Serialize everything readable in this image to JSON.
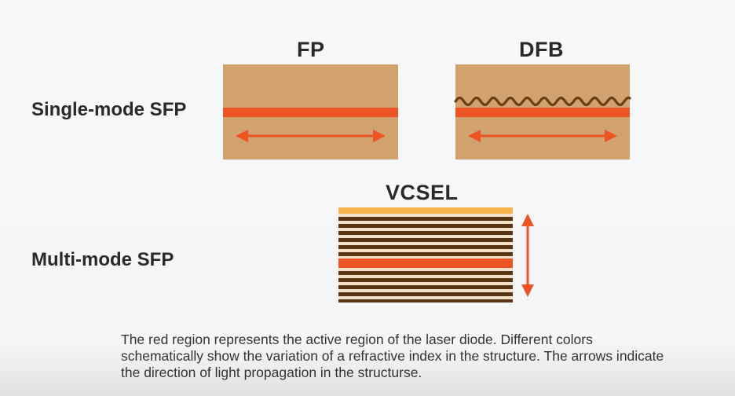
{
  "rows": {
    "single_mode": "Single-mode SFP",
    "multi_mode": "Multi-mode SFP"
  },
  "structures": {
    "fp": "FP",
    "dfb": "DFB",
    "vcsel": "VCSEL"
  },
  "caption": "The red region represents the active region of the laser diode. Different colors schematically show the variation of a refractive index in the structure. The arrows indicate the direction of light propagation in the structurse.",
  "colors": {
    "substrate": "#d2a26e",
    "active_region": "#ec5424",
    "grating": "#6b3d12",
    "vcsel_dark_layer": "#5a3514",
    "vcsel_light_layer": "#f3e2c8",
    "vcsel_top_contact": "#f7b64c",
    "arrow": "#ec5424"
  },
  "icons": {
    "fp_arrow": "double-arrow-horizontal-icon",
    "dfb_arrow": "double-arrow-horizontal-icon",
    "vcsel_arrow": "double-arrow-vertical-icon"
  }
}
